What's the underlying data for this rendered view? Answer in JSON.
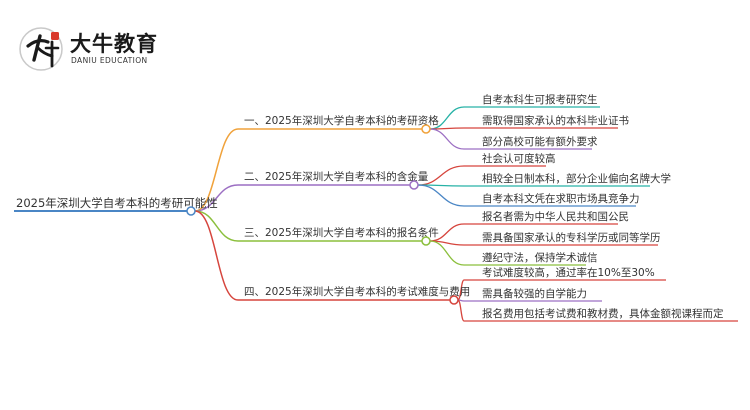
{
  "brand": {
    "name": "大牛教育",
    "subtitle": "DANIU EDUCATION",
    "mark_text": "大牛"
  },
  "mindmap": {
    "root": {
      "label": "2025年深圳大学自考本科的考研可能性",
      "color": "#4a86c5"
    },
    "branches": [
      {
        "label": "一、2025年深圳大学自考本科的考研资格",
        "color": "#f0a23b",
        "children": [
          {
            "label": "自考本科生可报考研究生",
            "color": "#27b2a6"
          },
          {
            "label": "需取得国家承认的本科毕业证书",
            "color": "#d6453d"
          },
          {
            "label": "部分高校可能有额外要求",
            "color": "#9c6fc3"
          }
        ]
      },
      {
        "label": "二、2025年深圳大学自考本科的含金量",
        "color": "#9c6fc3",
        "children": [
          {
            "label": "社会认可度较高",
            "color": "#d6453d"
          },
          {
            "label": "相较全日制本科，部分企业偏向名牌大学",
            "color": "#27b2a6"
          },
          {
            "label": "自考本科文凭在求职市场具竞争力",
            "color": "#4a86c5"
          }
        ]
      },
      {
        "label": "三、2025年深圳大学自考本科的报名条件",
        "color": "#8bbf3c",
        "children": [
          {
            "label": "报名者需为中华人民共和国公民",
            "color": "#d6453d"
          },
          {
            "label": "需具备国家承认的专科学历或同等学历",
            "color": "#d6453d"
          },
          {
            "label": "遵纪守法，保持学术诚信",
            "color": "#8bbf3c"
          }
        ]
      },
      {
        "label": "四、2025年深圳大学自考本科的考试难度与费用",
        "color": "#d6453d",
        "children": [
          {
            "label": "考试难度较高，通过率在10%至30%",
            "color": "#d6453d"
          },
          {
            "label": "需具备较强的自学能力",
            "color": "#9c6fc3"
          },
          {
            "label": "报名费用包括考试费和教材费，具体金额视课程而定",
            "color": "#d6453d"
          }
        ]
      }
    ]
  }
}
